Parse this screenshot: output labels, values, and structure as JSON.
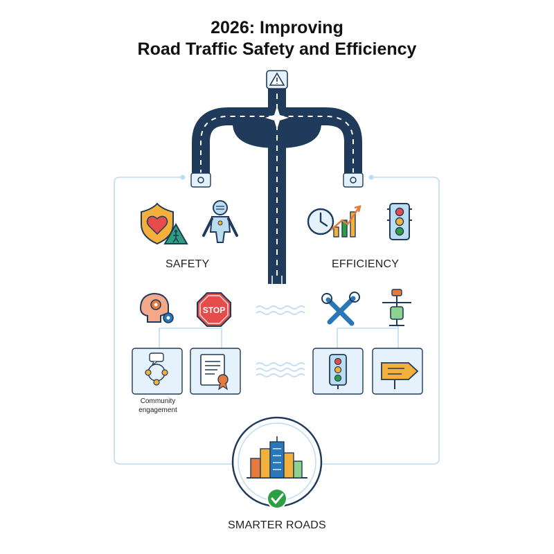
{
  "title": {
    "line1": "2026: Improving",
    "line2": "Road Traffic Safety and Efficiency"
  },
  "labels": {
    "safety": "SAFETY",
    "efficiency": "EFFICIENCY",
    "community": "Community engagement",
    "smarter_roads": "SMARTER ROADS"
  },
  "icons": {
    "road_sign": "warning-sign-icon",
    "safety_row1": [
      "heart-shield-icon",
      "pedestrian-warning-icon",
      "crash-test-dummy-icon"
    ],
    "efficiency_row1": [
      "clock-chart-icon",
      "traffic-light-icon"
    ],
    "safety_row2": [
      "brain-gears-icon",
      "stop-sign-icon"
    ],
    "efficiency_row2": [
      "wrench-tools-icon",
      "smart-pole-icon"
    ],
    "safety_boxes": [
      "community-engagement-icon",
      "certificate-icon"
    ],
    "efficiency_boxes": [
      "traffic-light-icon",
      "direction-sign-icon"
    ],
    "bottom": [
      "city-skyline-icon",
      "check-icon"
    ]
  },
  "colors": {
    "road": "#1f3a5a",
    "connector": "#bcdcf0",
    "box_fill": "#e5f1fb",
    "check": "#2e9e44",
    "title": "#111111"
  },
  "text_in_icons": {
    "stop": "STOP"
  }
}
